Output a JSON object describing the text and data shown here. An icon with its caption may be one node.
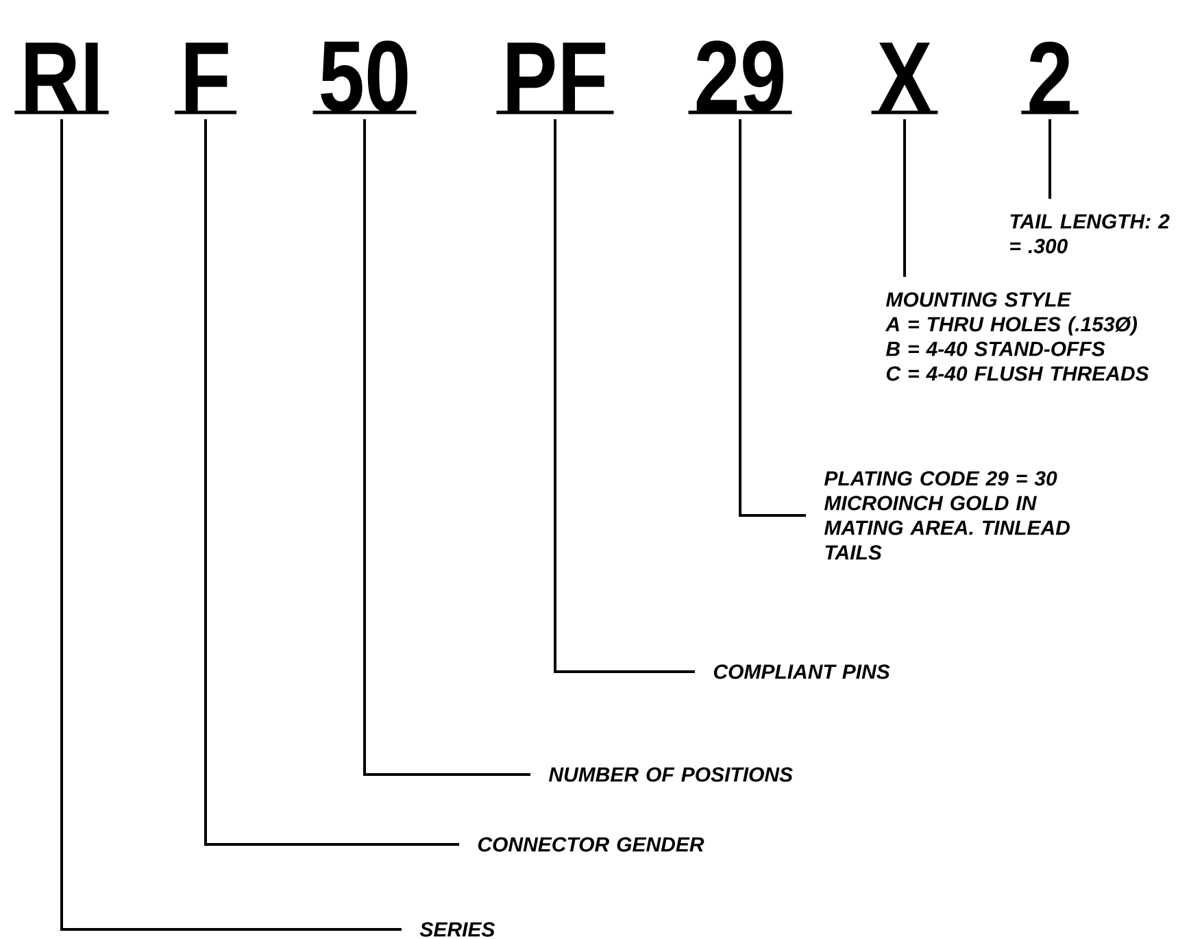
{
  "diagram": {
    "nodes": [
      {
        "text": [
          "RI"
        ]
      },
      {
        "text": [
          "F"
        ]
      },
      {
        "text": [
          "50"
        ]
      },
      {
        "text": [
          "PF"
        ]
      },
      {
        "text": [
          "29"
        ]
      },
      {
        "text": [
          "X"
        ]
      },
      {
        "text": [
          "2"
        ]
      },
      {
        "text": [
          "SERIES"
        ]
      },
      {
        "text": [
          "CONNECTOR GENDER"
        ]
      },
      {
        "text": [
          "NUMBER OF POSITIONS"
        ]
      },
      {
        "text": [
          "COMPLIANT PINS"
        ]
      },
      {
        "text": [
          "PLATING CODE 29 = 30 MICROINCH GOLD IN MATING AREA. TINLEAD TAILS"
        ]
      },
      {
        "text": [
          "MOUNTING STYLE",
          "A = THRU HOLES (.153Ø)",
          "B = 4-40 STAND-OFFS",
          "C = 4-40 FLUSH THREADS"
        ]
      },
      {
        "text": [
          "TAIL LENGTH: 2 = .300"
        ]
      }
    ],
    "edges": [
      {
        "from": 0,
        "to": 7,
        "arrow": "none"
      },
      {
        "from": 1,
        "to": 8,
        "arrow": "none"
      },
      {
        "from": 2,
        "to": 9,
        "arrow": "none"
      },
      {
        "from": 3,
        "to": 10,
        "arrow": "none"
      },
      {
        "from": 4,
        "to": 11,
        "arrow": "none"
      },
      {
        "from": 5,
        "to": 12,
        "arrow": "none"
      },
      {
        "from": 6,
        "to": 13,
        "arrow": "none"
      }
    ]
  }
}
